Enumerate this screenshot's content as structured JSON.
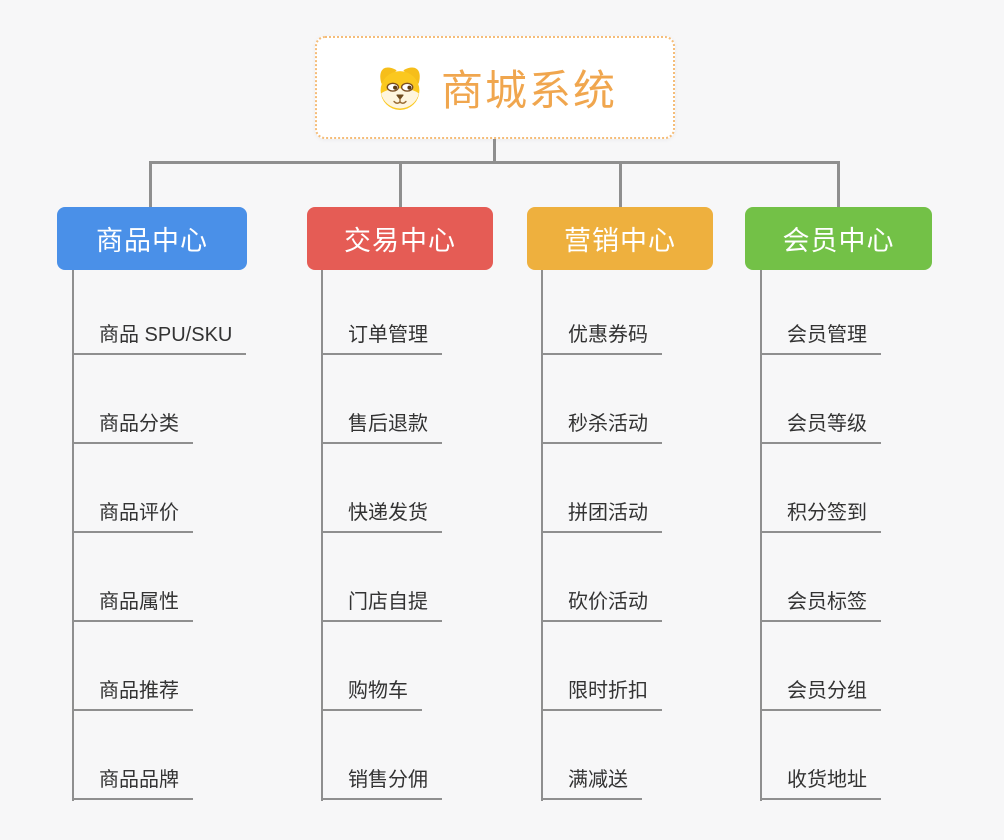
{
  "root": {
    "title": "商城系统",
    "icon": "dog-face-icon"
  },
  "branches": [
    {
      "label": "商品中心",
      "color": "#4a90e8",
      "children": [
        "商品 SPU/SKU",
        "商品分类",
        "商品评价",
        "商品属性",
        "商品推荐",
        "商品品牌"
      ]
    },
    {
      "label": "交易中心",
      "color": "#e55c55",
      "children": [
        "订单管理",
        "售后退款",
        "快递发货",
        "门店自提",
        "购物车",
        "销售分佣"
      ]
    },
    {
      "label": "营销中心",
      "color": "#eeb03e",
      "children": [
        "优惠券码",
        "秒杀活动",
        "拼团活动",
        "砍价活动",
        "限时折扣",
        "满减送"
      ]
    },
    {
      "label": "会员中心",
      "color": "#73c147",
      "children": [
        "会员管理",
        "会员等级",
        "积分签到",
        "会员标签",
        "会员分组",
        "收货地址"
      ]
    }
  ],
  "colors": {
    "background": "#f7f7f8",
    "connector": "#8f8f8f",
    "leaf_text": "#333333",
    "root_title": "#f0a64e",
    "root_border": "#f5bd79"
  }
}
